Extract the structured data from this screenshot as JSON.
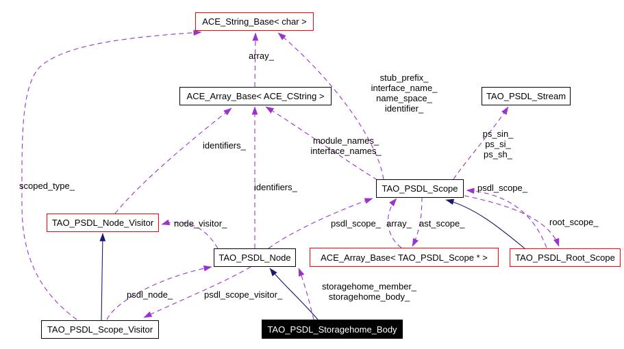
{
  "colors": {
    "usage_arrow": "#9a32cd",
    "inheritance_arrow": "#191970",
    "template_node_border": "#ff0000",
    "node_border": "#000000",
    "highlight_node_bg": "#000000",
    "highlight_node_text": "#ffffff",
    "background": "#ffffff"
  },
  "nodes": {
    "ace_string_base": {
      "label": "ACE_String_Base< char >"
    },
    "ace_array_base_cstring": {
      "label": "ACE_Array_Base< ACE_CString >"
    },
    "tao_psdl_stream": {
      "label": "TAO_PSDL_Stream"
    },
    "tao_psdl_scope": {
      "label": "TAO_PSDL_Scope"
    },
    "tao_psdl_node_visitor": {
      "label": "TAO_PSDL_Node_Visitor"
    },
    "tao_psdl_node": {
      "label": "TAO_PSDL_Node"
    },
    "ace_array_base_scope": {
      "label": "ACE_Array_Base< TAO_PSDL_Scope * >"
    },
    "tao_psdl_root_scope": {
      "label": "TAO_PSDL_Root_Scope"
    },
    "tao_psdl_scope_visitor": {
      "label": "TAO_PSDL_Scope_Visitor"
    },
    "tao_psdl_storagehome_body": {
      "label": "TAO_PSDL_Storagehome_Body"
    }
  },
  "edge_labels": {
    "array_top": "array_",
    "stub_group": "stub_prefix_\ninterface_name_\nname_space_\nidentifier_",
    "module_group": "module_names_\ninterface_names_",
    "identifiers_upper": "identifiers_",
    "identifiers_lower": "identifiers_",
    "ps_group": "ps_sin_\nps_si_\nps_sh_",
    "scoped_type": "scoped_type_",
    "psdl_scope_right": "psdl_scope_",
    "node_visitor": "node_visitor_",
    "psdl_scope_mid": "psdl_scope_",
    "array_mid": "array_",
    "ast_scope": "ast_scope_",
    "root_scope": "root_scope_",
    "psdl_node": "psdl_node_",
    "psdl_scope_visitor": "psdl_scope_visitor_",
    "storagehome_group": "storagehome_member_\nstoragehome_body_"
  }
}
